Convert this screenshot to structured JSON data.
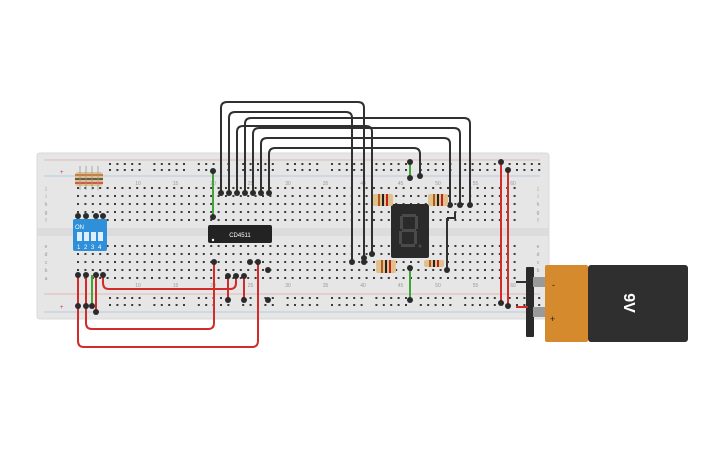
{
  "breadboard": {
    "column_numbers": [
      "10",
      "15",
      "20",
      "25",
      "30",
      "35",
      "40",
      "45",
      "50",
      "55",
      "60"
    ],
    "row_letters_top": [
      "j",
      "i",
      "h",
      "g",
      "f"
    ],
    "row_letters_bottom": [
      "e",
      "d",
      "c",
      "b",
      "a"
    ],
    "rail_marks": [
      "+",
      "-"
    ]
  },
  "dip_switch": {
    "label": "ON",
    "positions": [
      "1",
      "2",
      "3",
      "4"
    ]
  },
  "chip": {
    "label": "CD4511"
  },
  "battery": {
    "label": "9V",
    "minus": "-",
    "plus": "+"
  },
  "colors": {
    "breadboard": "#e6e6e6",
    "hole": "#2b2b2b",
    "wire_black": "#303030",
    "wire_red": "#d32a2a",
    "wire_green": "#3fa535",
    "dip_blue": "#2f8fd8",
    "chip": "#232323",
    "display": "#2a2a2a",
    "battery_body": "#2f2f2f",
    "battery_cap": "#d58b2d"
  }
}
